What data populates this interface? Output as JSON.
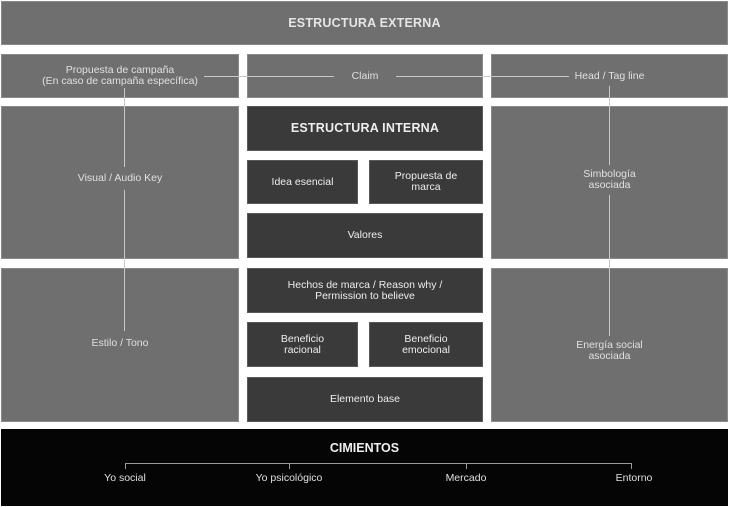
{
  "external": {
    "title": "ESTRUCTURA EXTERNA"
  },
  "top_row": {
    "campaign_proposal": "Propuesta de campaña\n(En caso de campaña específica)",
    "claim": "Claim",
    "headline": "Head / Tag line"
  },
  "left_column": {
    "visual_audio_key": "Visual / Audio Key",
    "style_tone": "Estilo / Tono"
  },
  "right_column": {
    "symbology": "Simbología\nasociada",
    "social_energy": "Energía social\nasociada"
  },
  "internal": {
    "title": "ESTRUCTURA INTERNA",
    "essential_idea": "Idea esencial",
    "brand_proposal": "Propuesta de\nmarca",
    "values": "Valores",
    "brand_facts": "Hechos de marca / Reason why /\nPermission to believe",
    "rational_benefit": "Beneficio\nracional",
    "emotional_benefit": "Beneficio\nemocional",
    "base_element": "Elemento base"
  },
  "foundations": {
    "title": "CIMIENTOS",
    "axis": [
      "Yo social",
      "Yo psicológico",
      "Mercado",
      "Entorno"
    ]
  }
}
